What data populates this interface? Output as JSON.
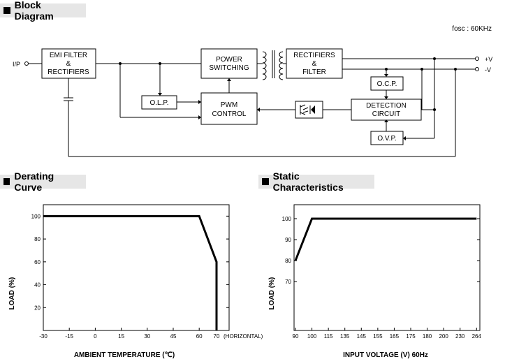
{
  "block_diagram": {
    "title": "Block Diagram",
    "fosc": "fosc : 60KHz",
    "input_label": "I/P",
    "emi_filter": [
      "EMI FILTER",
      "&",
      "RECTIFIERS"
    ],
    "power_switching": [
      "POWER",
      "SWITCHING"
    ],
    "rectifiers_filter": [
      "RECTIFIERS",
      "&",
      "FILTER"
    ],
    "olp": "O.L.P.",
    "pwm_control": [
      "PWM",
      "CONTROL"
    ],
    "ocp": "O.C.P.",
    "detection_circuit": [
      "DETECTION",
      "CIRCUIT"
    ],
    "ovp": "O.V.P.",
    "out_pos": "+V",
    "out_neg": "-V"
  },
  "derating_curve": {
    "title": "Derating Curve",
    "chart_data": {
      "type": "line",
      "xlabel": "AMBIENT TEMPERATURE (℃)",
      "ylabel": "LOAD (%)",
      "x_ticks": [
        "-30",
        "-15",
        "0",
        "15",
        "30",
        "45",
        "60",
        "70"
      ],
      "x_tick_values": [
        -30,
        -15,
        0,
        15,
        30,
        45,
        60,
        70
      ],
      "x_suffix": "(HORIZONTAL)",
      "y_ticks": [
        "20",
        "40",
        "60",
        "80",
        "100"
      ],
      "y_tick_values": [
        20,
        40,
        60,
        80,
        100
      ],
      "xlim": [
        -30,
        70
      ],
      "ylim": [
        0,
        110
      ],
      "series": [
        {
          "x": [
            -30,
            60,
            70,
            70
          ],
          "y": [
            100,
            100,
            60,
            0
          ]
        }
      ]
    }
  },
  "static_characteristics": {
    "title": "Static Characteristics",
    "chart_data": {
      "type": "line",
      "xlabel": "INPUT VOLTAGE (V) 60Hz",
      "ylabel": "LOAD (%)",
      "x_ticks": [
        "90",
        "100",
        "115",
        "135",
        "145",
        "155",
        "165",
        "175",
        "180",
        "200",
        "230",
        "264"
      ],
      "y_ticks": [
        "70",
        "80",
        "90",
        "100"
      ],
      "y_tick_values": [
        70,
        80,
        90,
        100
      ],
      "ylim": [
        70,
        105
      ],
      "series": [
        {
          "x": [
            "90",
            "100",
            "264"
          ],
          "y": [
            80,
            100,
            100
          ]
        }
      ]
    }
  }
}
